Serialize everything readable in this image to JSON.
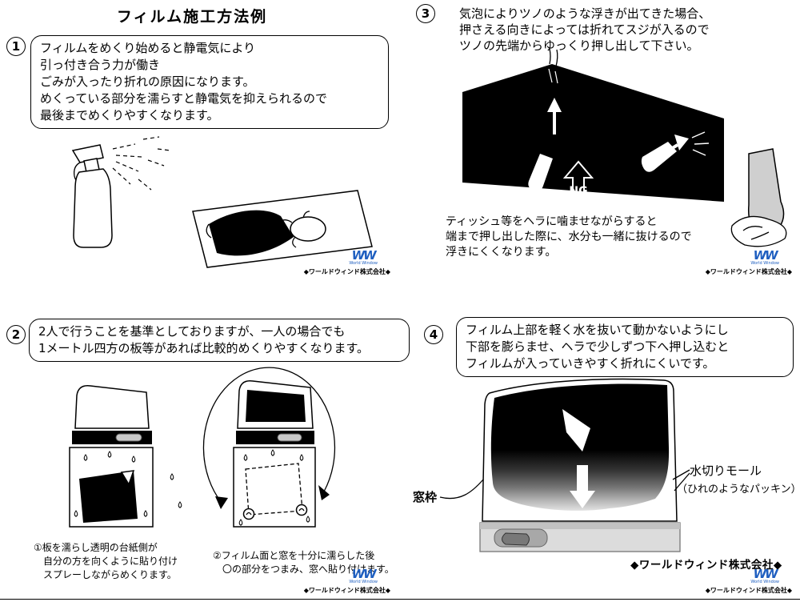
{
  "title": "フィルム施工方法例",
  "steps": {
    "one": {
      "num": "1",
      "lines": [
        "フィルムをめくり始めると静電気により",
        "引っ付き合う力が働き",
        "ごみが入ったり折れの原因になります。",
        "めくっている部分を濡らすと静電気を抑えられるので",
        "最後までめくりやすくなります。"
      ]
    },
    "two": {
      "num": "2",
      "lines": [
        "2人で行うことを基準としておりますが、一人の場合でも",
        "1メートル四方の板等があれば比較的めくりやすくなります。"
      ],
      "caption1": [
        "①板を濡らし透明の台紙側が",
        "　自分の方を向くように貼り付け",
        "　スプレーしながらめくります。"
      ],
      "caption2": [
        "②フィルム面と窓を十分に濡らした後",
        "　〇の部分をつまみ、窓へ貼り付けます。"
      ]
    },
    "three": {
      "num": "3",
      "lines": [
        "気泡によりツノのような浮きが出てきた場合、",
        "押さえる向きによっては折れてスジが入るので",
        "ツノの先端からゆっくり押し出して下さい。"
      ],
      "ng_label": "NG",
      "note": [
        "ティッシュ等をヘラに噛ませながらすると",
        "端まで押し出した際に、水分も一緒に抜けるので",
        "浮きにくくなります。"
      ]
    },
    "four": {
      "num": "4",
      "lines": [
        "フィルム上部を軽く水を抜いて動かないようにし",
        "下部を膨らませ、ヘラで少しずつ下へ押し込むと",
        "フィルムが入っていきやすく折れにくいです。"
      ],
      "label_window_frame": "窓枠",
      "label_molding": "水切りモール",
      "label_molding_sub": "（ひれのようなパッキン）"
    }
  },
  "footer": {
    "company": "◆ワールドウィンド株式会社◆",
    "company_large": "◆ワールドウィンド株式会社◆",
    "logo_text": "WW",
    "logo_sub": "World Window"
  },
  "colors": {
    "logo_blue": "#1f5fc0",
    "ink": "#000000"
  }
}
